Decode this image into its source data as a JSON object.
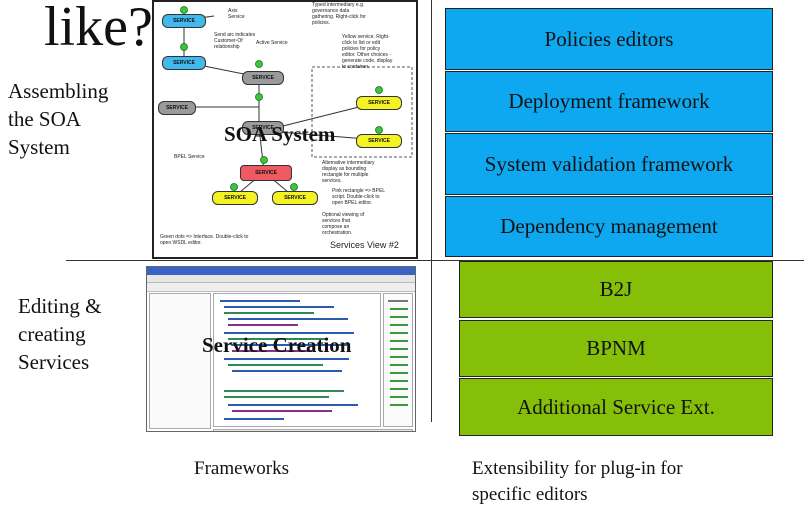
{
  "title_fragment": "like?",
  "left_labels": {
    "assembling": "Assembling\nthe SOA\nSystem",
    "editing": "Editing &\ncreating\nServices"
  },
  "screenshots": {
    "soa_overlay": "SOA System",
    "service_overlay": "Service Creation",
    "diagram": {
      "view_label": "Services View #2",
      "service_label": "SERVICE",
      "notes": {
        "axis_service": "Axis\nService",
        "send_arc": "Send arc indicates\nCustomer-Of\nrelationship",
        "active_service": "Active Service",
        "typed_intermediary": "Typed intermediary e.g.\ngovernance data\ngathering. Right-click for\npolicies.",
        "yellow_service": "Yellow service. Right-\nclick to list or edit\npolicies for policy\neditor. Other choices -\ngenerate code, display\nto container.",
        "bpel_service": "BPEL Service",
        "alternative": "Alternative intermediary\ndisplay as bounding\nrectangle for multiple\nservices.",
        "pink_rectangle": "Pink rectangle => BPEL\nscript. Double-click to\nopen BPEL editor.",
        "optional_viewing": "Optional viewing of\nservices that\ncompose an\norchestration.",
        "green_dots": "Green dots => Interface. Double-click to\nopen WSDL editor."
      }
    }
  },
  "framework_boxes": [
    "Policies editors",
    "Deployment framework",
    "System validation framework",
    "Dependency management"
  ],
  "plugin_boxes": [
    "B2J",
    "BPNM",
    "Additional Service Ext."
  ],
  "captions": {
    "frameworks": "Frameworks",
    "extensibility": "Extensibility for plug-in for\nspecific editors"
  },
  "colors": {
    "framework_fill": "#0ea8f0",
    "plugin_fill": "#86bf07",
    "service_blue": "#41b8ee",
    "service_gray": "#9a9a9a",
    "service_yellow": "#f5f224",
    "service_red": "#ef5a62",
    "interface_dot": "#3cc43c"
  }
}
